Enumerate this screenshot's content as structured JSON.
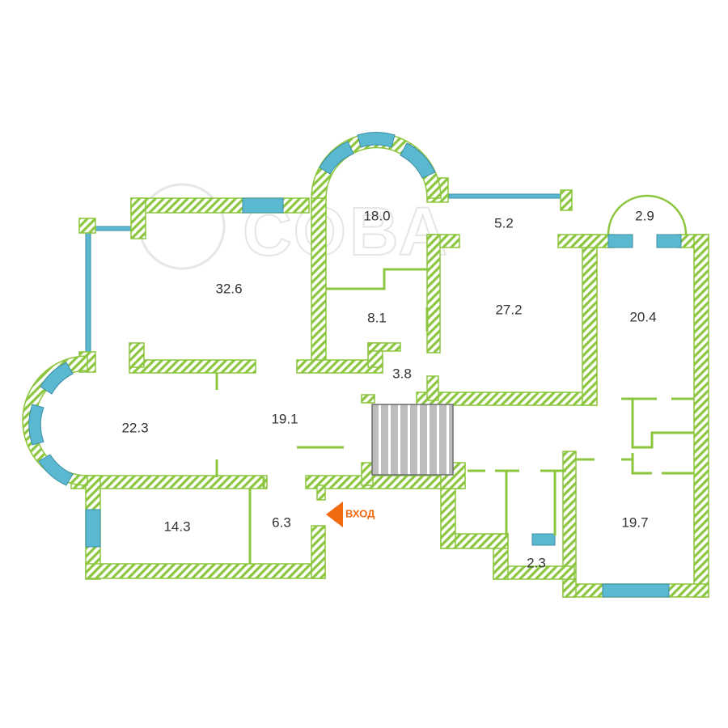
{
  "plan": {
    "watermark": "СОВА",
    "entrance_label": "ВХОД",
    "rooms": [
      {
        "id": "room-32-6",
        "area": "32.6"
      },
      {
        "id": "room-18-0",
        "area": "18.0"
      },
      {
        "id": "room-5-2",
        "area": "5.2"
      },
      {
        "id": "room-2-9",
        "area": "2.9"
      },
      {
        "id": "room-8-1",
        "area": "8.1"
      },
      {
        "id": "room-27-2",
        "area": "27.2"
      },
      {
        "id": "room-20-4",
        "area": "20.4"
      },
      {
        "id": "room-3-8",
        "area": "3.8"
      },
      {
        "id": "room-22-3",
        "area": "22.3"
      },
      {
        "id": "room-19-1",
        "area": "19.1"
      },
      {
        "id": "room-14-3",
        "area": "14.3"
      },
      {
        "id": "room-6-3",
        "area": "6.3"
      },
      {
        "id": "room-19-7",
        "area": "19.7"
      },
      {
        "id": "room-2-3",
        "area": "2.3"
      }
    ],
    "colors": {
      "wall_fill": "#ffffff",
      "wall_stroke": "#8cc63f",
      "hatch": "#8cc63f",
      "window": "#5ab8d0",
      "stairs": "#bdbdbd",
      "entrance_arrow": "#f26a10"
    }
  }
}
